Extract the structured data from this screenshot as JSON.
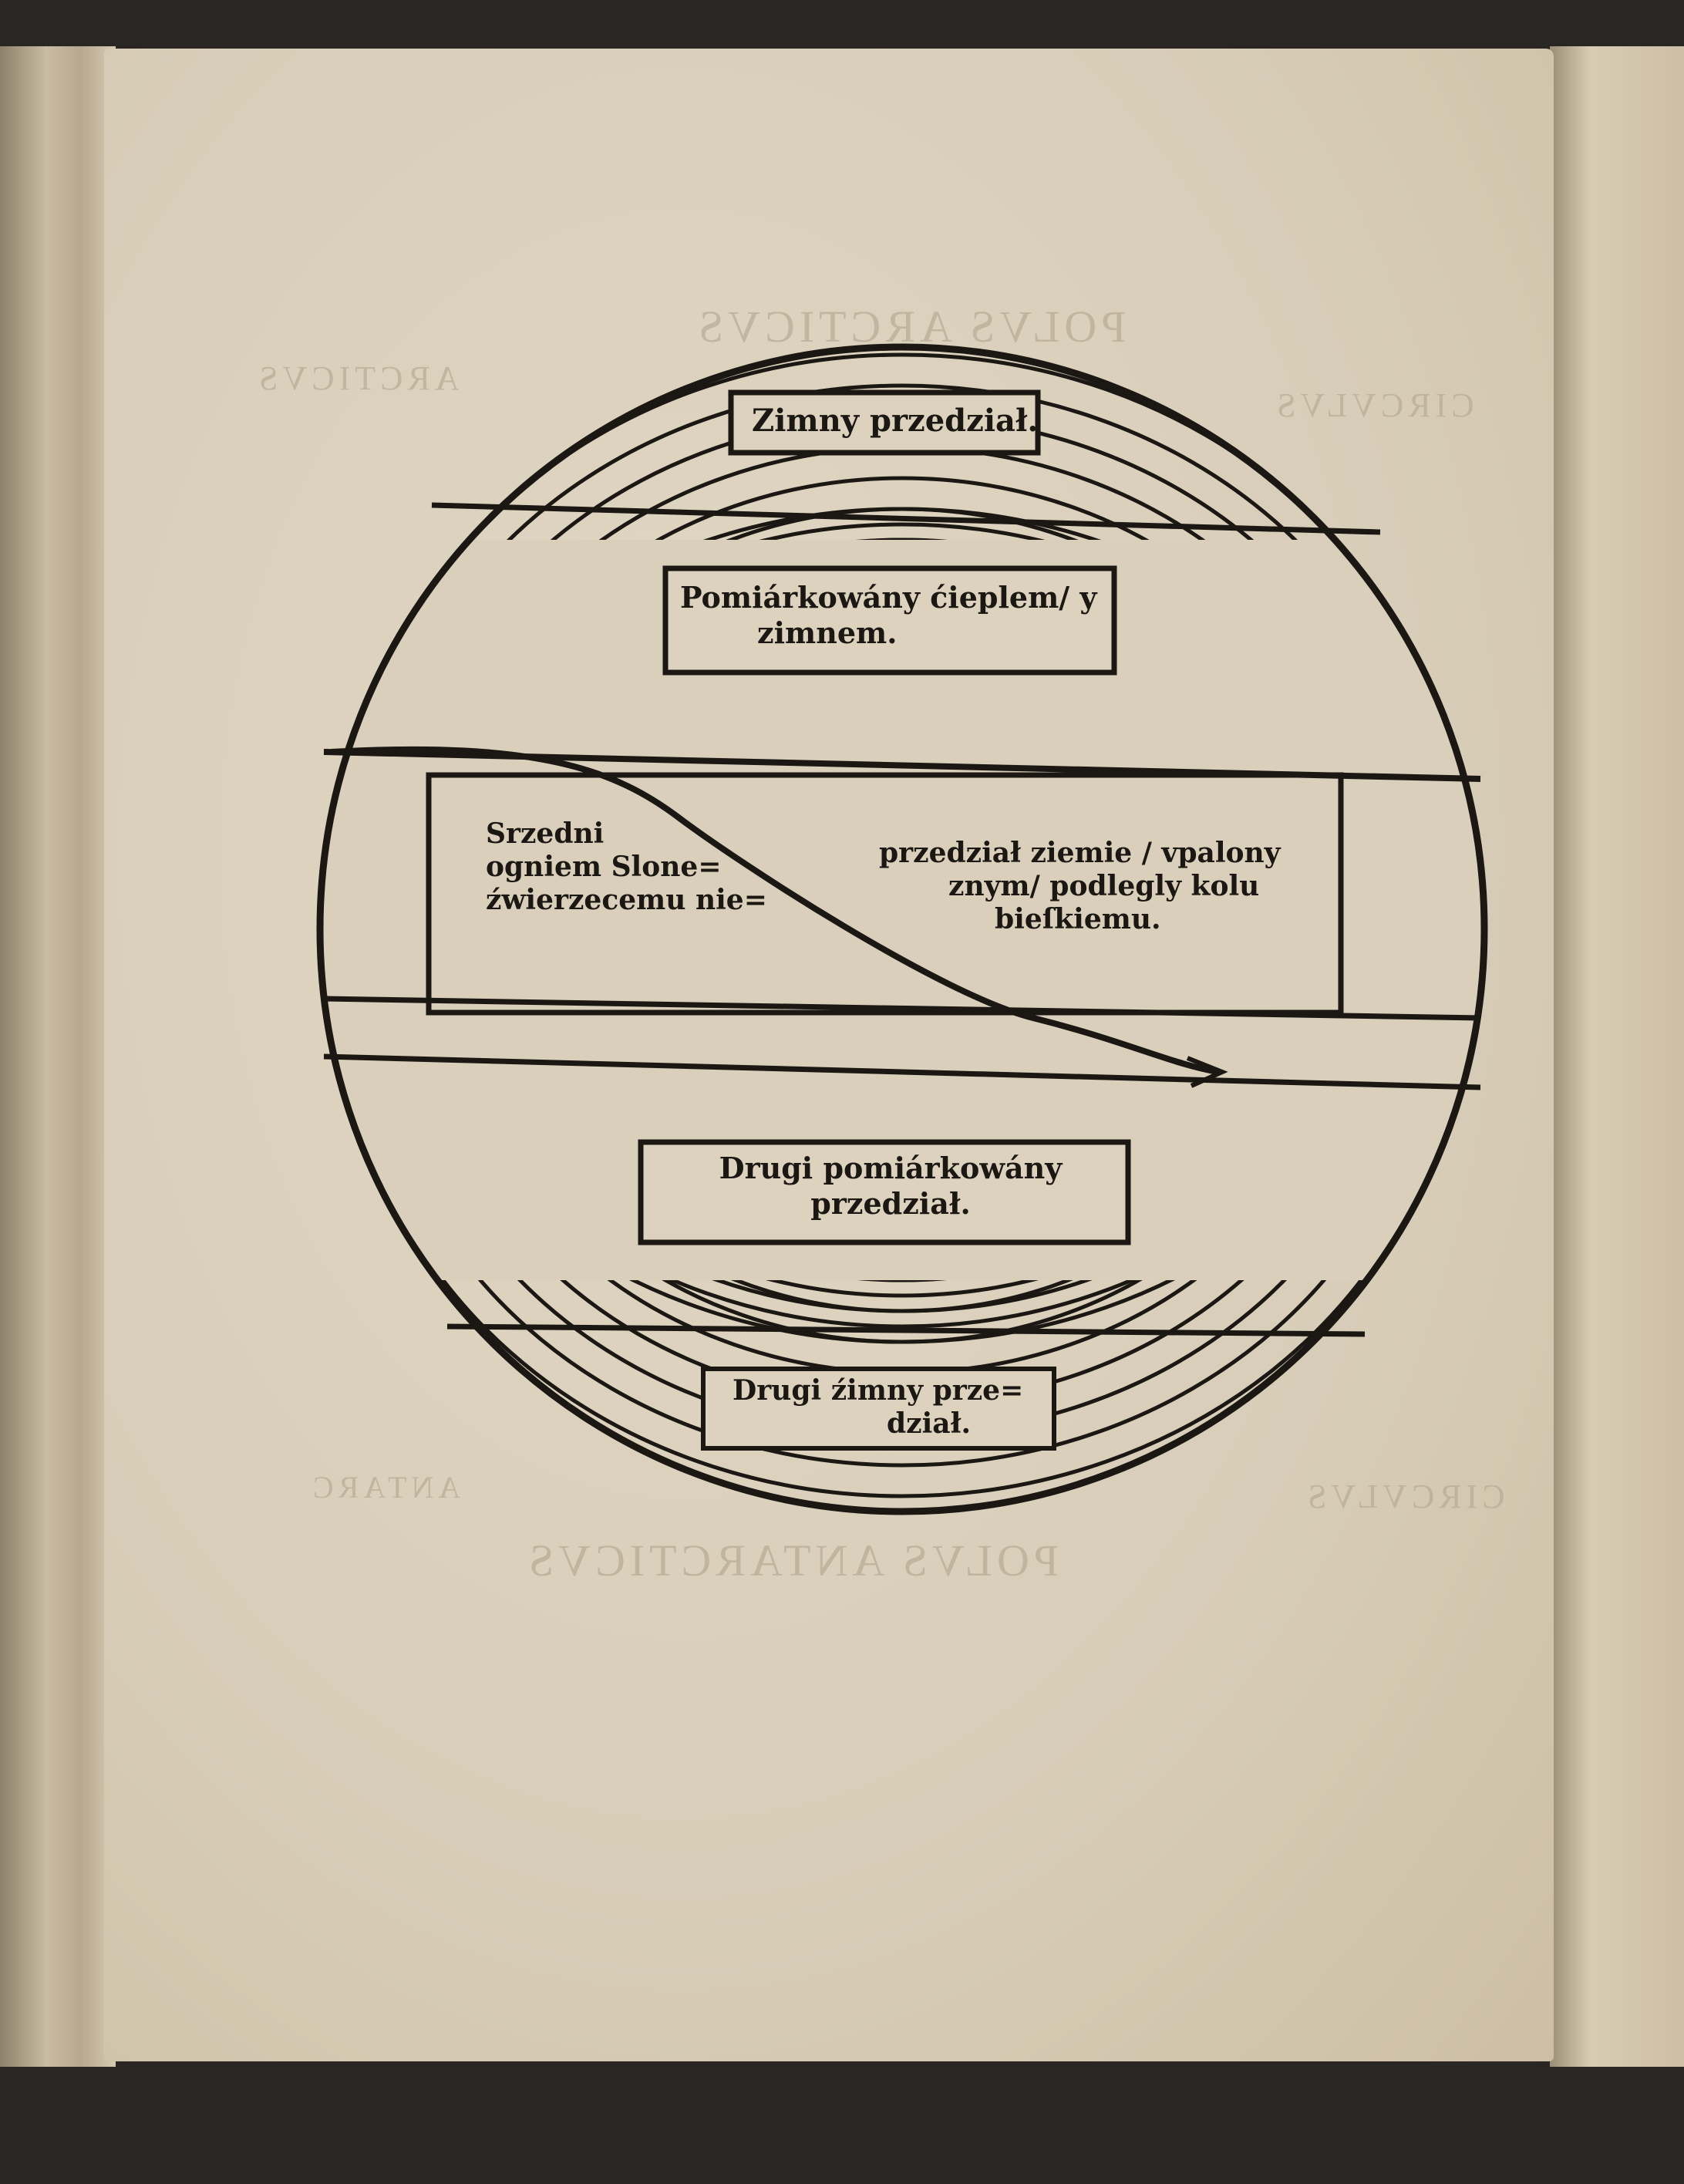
{
  "bleed_through": {
    "top_title": "POLVS ARCTICVS",
    "top_left": "ARCTICVS",
    "top_right": "CIRCVLVS",
    "bottom_left": "ANTARC",
    "bottom_right": "CIRCVLVS",
    "bottom_title": "POLVS ANTARCTICVS"
  },
  "zones": {
    "north_cold": "Zimny przedział.",
    "north_temperate": [
      "Pomiárkowány ćieplem/ y",
      "zimnem."
    ],
    "torrid_left": [
      "Srzedni",
      "ogniem Slone=",
      "źwierzecemu nie="
    ],
    "torrid_right": [
      "przedział ziemie / vpalony",
      "znym/  podlegly kolu",
      "bieſkiemu."
    ],
    "south_temperate": [
      "Drugi pomiárkowány",
      "przedział."
    ],
    "south_cold": [
      "Drugi źimny prze=",
      "dział."
    ]
  },
  "colors": {
    "ink": "#1b1713",
    "paper": "#d9cfbb"
  }
}
